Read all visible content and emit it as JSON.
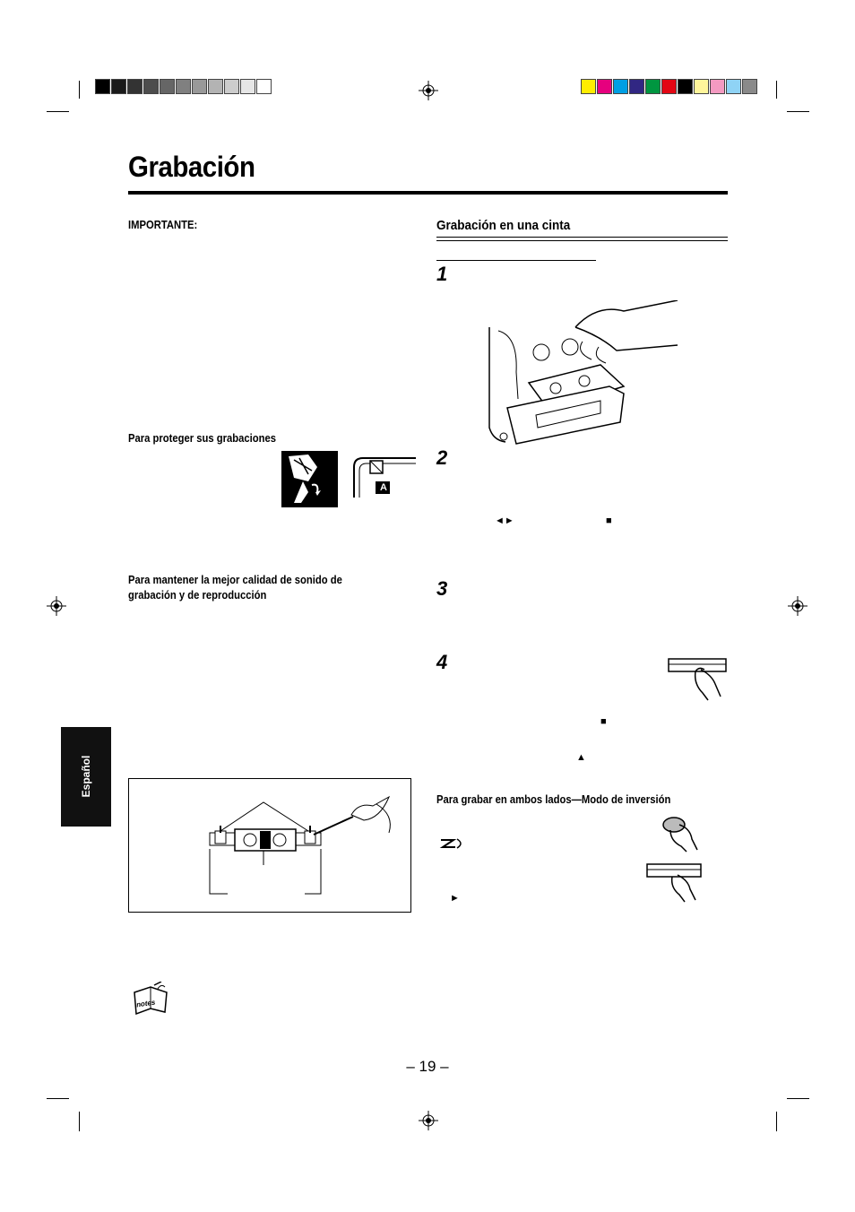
{
  "registration": {
    "gray_swatches": [
      "#000000",
      "#1a1a1a",
      "#333333",
      "#4d4d4d",
      "#666666",
      "#808080",
      "#999999",
      "#b3b3b3",
      "#cccccc",
      "#e6e6e6",
      "#ffffff"
    ],
    "color_swatches": [
      "#ffed00",
      "#e6007e",
      "#009fe3",
      "#312783",
      "#009640",
      "#e30613",
      "#000000",
      "#fff59b",
      "#f49ac1",
      "#8fd3f5",
      "#8a8a8a"
    ]
  },
  "page": {
    "title": "Grabación",
    "page_number": "– 19 –",
    "side_tab_label": "Español"
  },
  "left": {
    "importante": "IMPORTANTE:",
    "proteger_heading": "Para proteger sus grabaciones",
    "tab_letter": "A",
    "calidad_heading_line1": "Para mantener la mejor calidad de sonido de",
    "calidad_heading_line2": "grabación y de reproducción",
    "notes_label": "notes"
  },
  "right": {
    "section_title": "Grabación en una cinta",
    "steps": [
      "1",
      "2",
      "3",
      "4"
    ],
    "step2_symbols": "◄►",
    "step2_stop": "■",
    "step4_stop": "■",
    "step4_eject": "▲",
    "reverse_heading": "Para grabar en ambos lados—Modo de inversión",
    "reverse_play": "►"
  },
  "icons": [
    "registration-crosshair-icon",
    "notes-icon",
    "finger-press-icon",
    "reverse-mode-icon"
  ]
}
